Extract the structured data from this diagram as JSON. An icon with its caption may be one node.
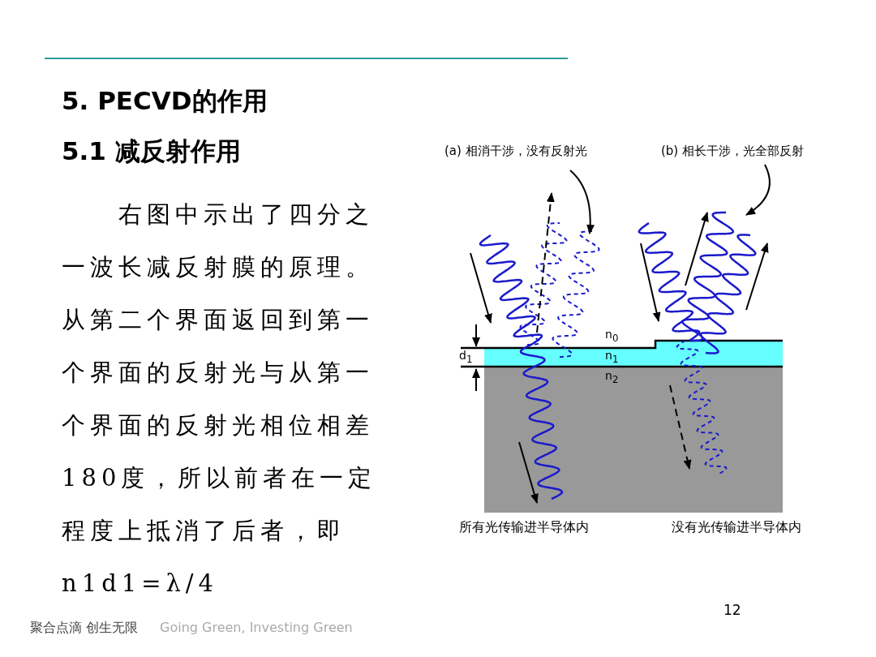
{
  "diagram": {
    "title": "5. PECVD的作用",
    "labels": [
      "5.1 减反射作用",
      "右图中示出了四分之一波长减反射膜的原理。从第二个界面返回到第一个界面的反射光与从第一个界面的反射光相位相差180度，所以前者在一定程度上抵消了后者，即n1d1=λ/4",
      "(a) 相消干涉，没有反射光",
      "(b) 相长干涉，光全部反射",
      "n$_{0}$",
      "d$_{1}$",
      "n$_{1}$",
      "n$_{2}$",
      "所有光传输进半导体内",
      "没有光传输进半导体内",
      "聚合点滴 创生无限",
      "Going Green, Investing Green",
      "12"
    ]
  }
}
